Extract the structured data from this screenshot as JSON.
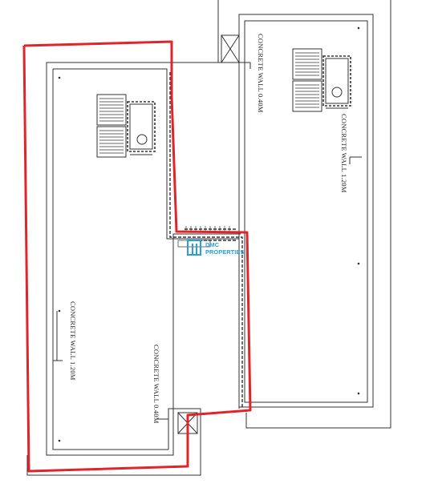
{
  "labels": {
    "right_wall_thin": "CONCRETE WALL 0.40M",
    "right_wall_thick": "CONCRETE WALL 1.20M",
    "left_wall_thick": "CONCRETE WALL 1.20M",
    "center_wall_thin": "CONCRETE WALL 0.40M"
  },
  "watermark": {
    "line1": "DMC",
    "line2": "PROPERTIES"
  },
  "colors": {
    "outline": "#e0252a",
    "linework": "#333333",
    "watermark": "#2e9fd0"
  }
}
